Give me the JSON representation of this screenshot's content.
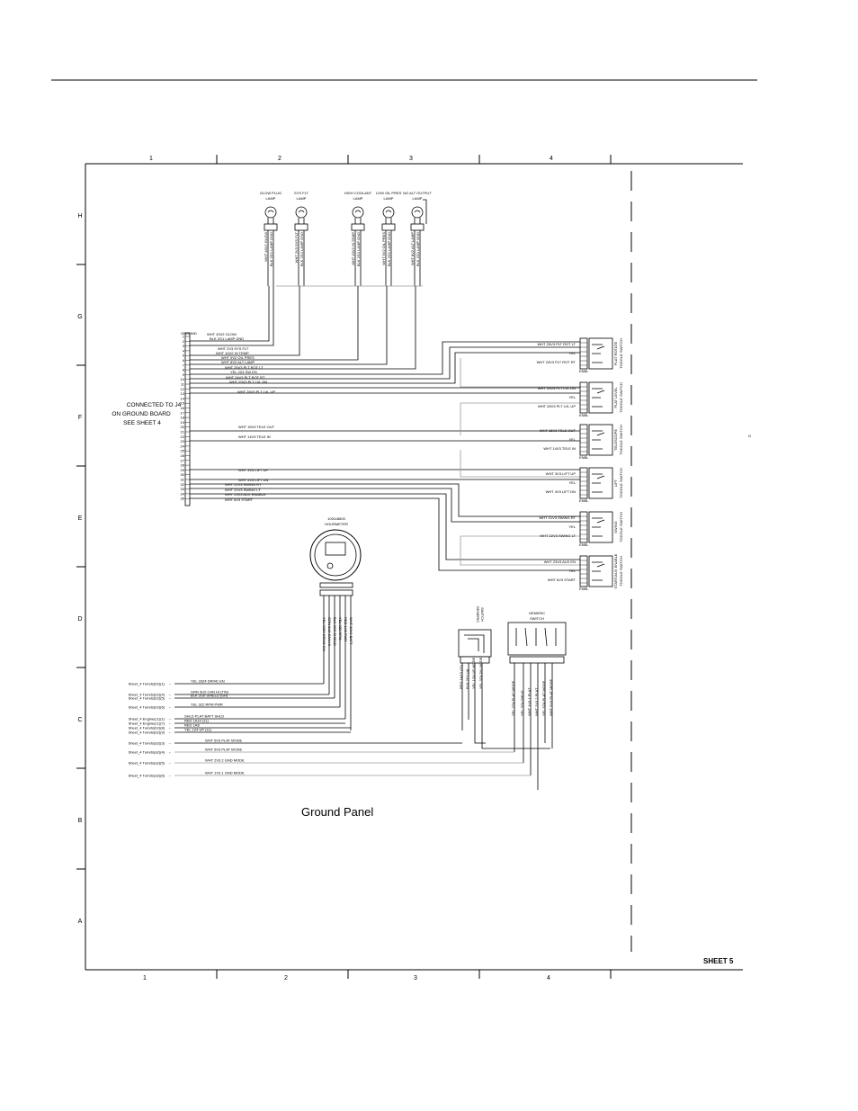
{
  "sheet_label": "SHEET 5",
  "panel_title": "Ground Panel",
  "connector_note": [
    "CONNECTED TO J4",
    "ON GROUND BOARD",
    "SEE SHEET 4"
  ],
  "connector_name": "GROUND",
  "column_labels": [
    "1",
    "2",
    "3",
    "4"
  ],
  "row_labels": [
    "H",
    "G",
    "F",
    "E",
    "D",
    "C",
    "B",
    "A"
  ],
  "side_mark": "G",
  "lamps": [
    {
      "label_1": "GLOW PLUG",
      "label_2": "LAMP"
    },
    {
      "label_1": "SYS FLT",
      "label_2": "LAMP"
    },
    {
      "label_1": "HIGH COOLANT",
      "label_2": "LAMP"
    },
    {
      "label_1": "LOW OIL PRES",
      "label_2": "LAMP"
    },
    {
      "label_1": "NO ALT OUTPUT",
      "label_2": "LAMP"
    }
  ],
  "lamp_wire_labels": [
    [
      "WHT 43V2 GLOW",
      "BLK 2G1 LAMP GND"
    ],
    [
      "WHT 2V3 SYS FLT",
      "BLK 2G1 LAMP GND"
    ],
    [
      "WHT 10V2 HI TEMP",
      "BLK 2G1 LAMP GND"
    ],
    [
      "WHT 9V2 OIL PRES",
      "BLK 2G1 LAMP GND"
    ],
    [
      "WHT 8V2 ALT LAMP",
      "BLK 2G1 LAMP GND"
    ]
  ],
  "pin_wire_labels": [
    "WHT 43V2 GLOW",
    "BLK 2G1 LAMP GND",
    "WHT 2V3 SYS FLT",
    "WHT 10V2 HI TEMP",
    "WHT 9V2 OIL PRES",
    "WHT 8V2 ALT LAMP",
    "WHT 25V3 PLT ROT LT",
    "YEL 2Z4 SW EN",
    "WHT 24V3 PLT ROT RT",
    "WHT 29V3 PLT LVL DN",
    "WHT 28V3 PLT LVL UP",
    "WHT 15V3 TELE OUT",
    "WHT 14V3 TELE IN",
    "WHT 3V3 LIFT UP",
    "WHT 4V3 LIFT DN",
    "WHT 21V3 SWING RT",
    "WHT 22V3 SWING LT",
    "WHT 23V3 AUX ENABLE",
    "WHT 6V3 START"
  ],
  "pin_numbers": [
    "1",
    "2",
    "3",
    "4",
    "5",
    "6",
    "7",
    "8",
    "9",
    "10",
    "11",
    "12",
    "13",
    "14",
    "15",
    "16",
    "17",
    "18",
    "19",
    "20",
    "21",
    "22",
    "23",
    "24",
    "25",
    "26",
    "27",
    "28",
    "29",
    "30",
    "31",
    "32",
    "33",
    "34",
    "35"
  ],
  "toggle_switches": [
    {
      "name": "PLAT ROTATE",
      "type": "TOGGLE SWITCH",
      "wire_a": "WHT 25V3 PLT ROT LT",
      "wire_b": "WHT 24V3 PLT ROT RT",
      "enable": "YEL"
    },
    {
      "name": "PLAT LEVEL",
      "type": "TOGGLE SWITCH",
      "wire_a": "WHT 29V3 PLT LVL DN",
      "wire_b": "WHT 28V3 PLT LVL UP",
      "enable": "YEL"
    },
    {
      "name": "TELESCOPE",
      "type": "TOGGLE SWITCH",
      "wire_a": "WHT 15V3 TELE OUT",
      "wire_b": "WHT 14V3 TELE IN",
      "enable": "YEL"
    },
    {
      "name": "LIFT",
      "type": "TOGGLE SWITCH",
      "wire_a": "WHT 3V3 LIFT UP",
      "wire_b": "WHT 4V3 LIFT DN",
      "enable": "YEL"
    },
    {
      "name": "SWING",
      "type": "TOGGLE SWITCH",
      "wire_a": "WHT 21V3 SWING RT",
      "wire_b": "WHT 22V3 SWING LT",
      "enable": "YEL"
    },
    {
      "name": "START/AUX ENABLE",
      "type": "TOGGLE SWITCH",
      "wire_a": "WHT 23V3 AUX EN",
      "wire_b": "WHT 6V3 START",
      "enable": "YEL"
    }
  ],
  "switch_terminal_labels": [
    "1",
    "2",
    "3",
    "4",
    "5",
    "6",
    "ENBL"
  ],
  "hourmeter_part": "100118600",
  "hourmeter_label": "HOURMETER",
  "hourmeter_wires": [
    "YEL 33Z4 DRIVE EN",
    "GRN 3U0 CAN HI",
    "BLK 2G0 SHIELD",
    "YEL 3Z2 RPM",
    "RED 1A5 PWR",
    "WHT 30V3 BATT"
  ],
  "generic_switch_1": {
    "label_1": "GENERIC",
    "label_2": "SWITCH",
    "wires": [
      "RED 1A13 (11)",
      "BLK 2G1 (4)",
      "YEL 1Z4 UP MODE",
      "YEL 3Z4 DN MODE"
    ]
  },
  "generic_switch_2": {
    "label_1": "GENERIC",
    "label_2": "SWITCH",
    "wires": [
      "YEL 2Z4 PLAT MODE",
      "YEL 3Z4 DRIVE",
      "WHT 1V3 1 PLAT",
      "WHT 2V3 2 PLAT",
      "YEL 5Z4 PLAT MODE",
      "WHT 5V3 PLAT MODE"
    ]
  },
  "left_refs": [
    {
      "ref": "Sheet_4 Turrets(b2)(1)",
      "wire": "YEL 33Z4 DRIVE EN"
    },
    {
      "ref": "Sheet_4 Turrets(b2)(4)",
      "wire": "GRN 3U0 CAN HI (TW)"
    },
    {
      "ref": "Sheet_4 Turrets(b2)(5)",
      "wire": "BLK 2G0 SHIELD (SH)"
    },
    {
      "ref": "Sheet_4 Turrets(b2)(6)",
      "wire": "YEL 3Z2 RPM PWR"
    },
    {
      "ref": "Sheet_4 Engine(c1)(1)",
      "wire": "SHLD PLAT BATT SHLD"
    },
    {
      "ref": "Sheet_4 Engine(c1)(7)",
      "wire": "RED 1A10 (11)"
    },
    {
      "ref": "Sheet_4 Turrets(b2)(8)",
      "wire": "RED 1A8"
    },
    {
      "ref": "Sheet_4 Turrets(b2)(9)",
      "wire": "YEL 1Z4 UP (11)"
    },
    {
      "ref": "Sheet_4 Turrets(a2)(3)",
      "wire": "WHT 5V3 PLAT MODE"
    },
    {
      "ref": "Sheet_4 Turrets(a2)(4)",
      "wire": "WHT 5V3 PLAT MODE"
    },
    {
      "ref": "Sheet_4 Turrets(a2)(5)",
      "wire": "WHT 2V3 2 GND MODE"
    },
    {
      "ref": "Sheet_4 Turrets(a2)(6)",
      "wire": "WHT 1V3 1 GND MODE"
    }
  ]
}
